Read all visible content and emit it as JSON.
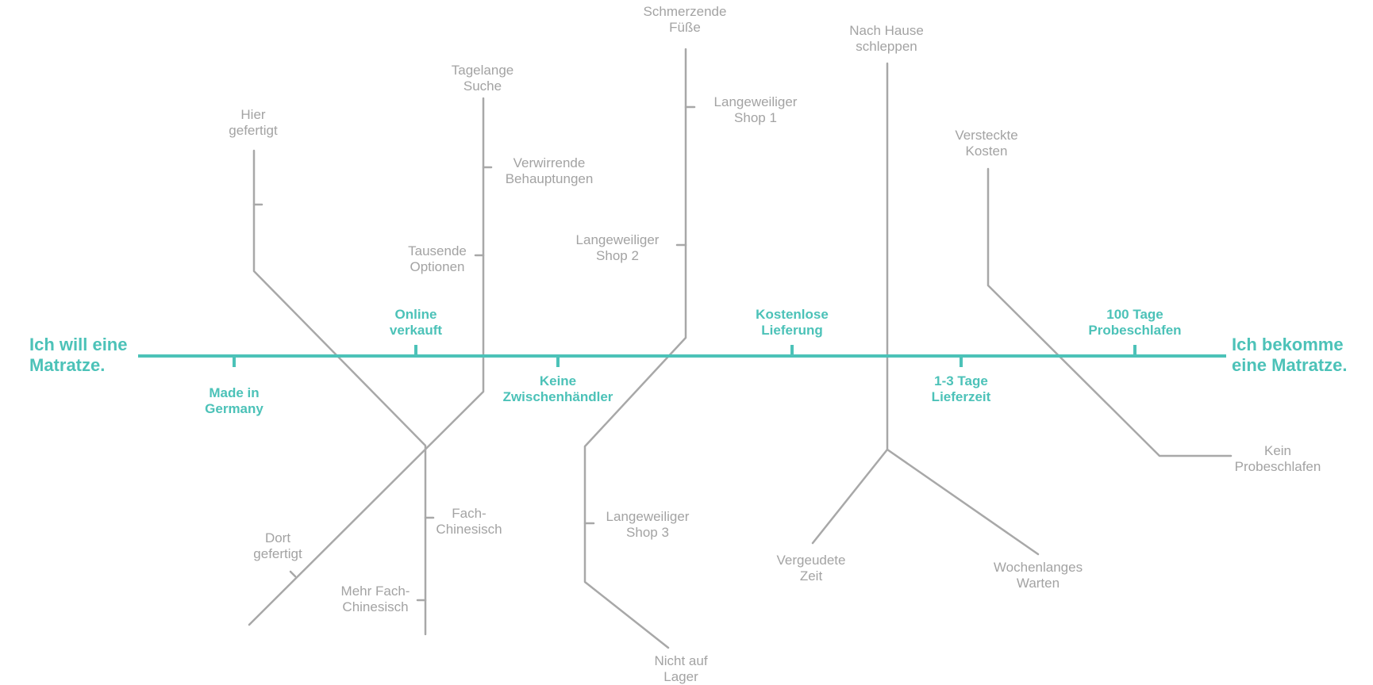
{
  "colors": {
    "accent": "#4cc2b8",
    "line_grey": "#a8a8a8",
    "text_grey": "#a3a3a3",
    "background": "#ffffff"
  },
  "start_label": [
    "Ich will eine",
    "Matratze."
  ],
  "end_label": [
    "Ich bekomme",
    "eine Matratze."
  ],
  "milestones_above": [
    [
      "Online",
      "verkauft"
    ],
    [
      "Kostenlose",
      "Lieferung"
    ],
    [
      "100 Tage",
      "Probeschlafen"
    ]
  ],
  "milestones_below": [
    [
      "Made in",
      "Germany"
    ],
    [
      "Keine",
      "Zwischenhändler"
    ],
    [
      "1-3 Tage",
      "Lieferzeit"
    ]
  ],
  "pain_labels": {
    "hier_gefertigt": [
      "Hier",
      "gefertigt"
    ],
    "dort_gefertigt": [
      "Dort",
      "gefertigt"
    ],
    "fach_chinesisch": [
      "Fach-",
      "Chinesisch"
    ],
    "mehr_fach_chinesisch": [
      "Mehr Fach-",
      "Chinesisch"
    ],
    "tagelange_suche": [
      "Tagelange",
      "Suche"
    ],
    "verwirrende_behauptungen": [
      "Verwirrende",
      "Behauptungen"
    ],
    "tausende_optionen": [
      "Tausende",
      "Optionen"
    ],
    "schmerzende_fuesse": [
      "Schmerzende",
      "Füße"
    ],
    "langweiliger_shop_1": [
      "Langeweiliger",
      "Shop 1"
    ],
    "langweiliger_shop_2": [
      "Langeweiliger",
      "Shop 2"
    ],
    "langweiliger_shop_3": [
      "Langeweiliger",
      "Shop 3"
    ],
    "nicht_auf_lager": [
      "Nicht auf",
      "Lager"
    ],
    "nach_hause_schleppen": [
      "Nach Hause",
      "schleppen"
    ],
    "vergeudete_zeit": [
      "Vergeudete",
      "Zeit"
    ],
    "wochenlanges_warten": [
      "Wochenlanges",
      "Warten"
    ],
    "versteckte_kosten": [
      "Versteckte",
      "Kosten"
    ],
    "kein_probeschlafen": [
      "Kein",
      "Probeschlafen"
    ]
  }
}
